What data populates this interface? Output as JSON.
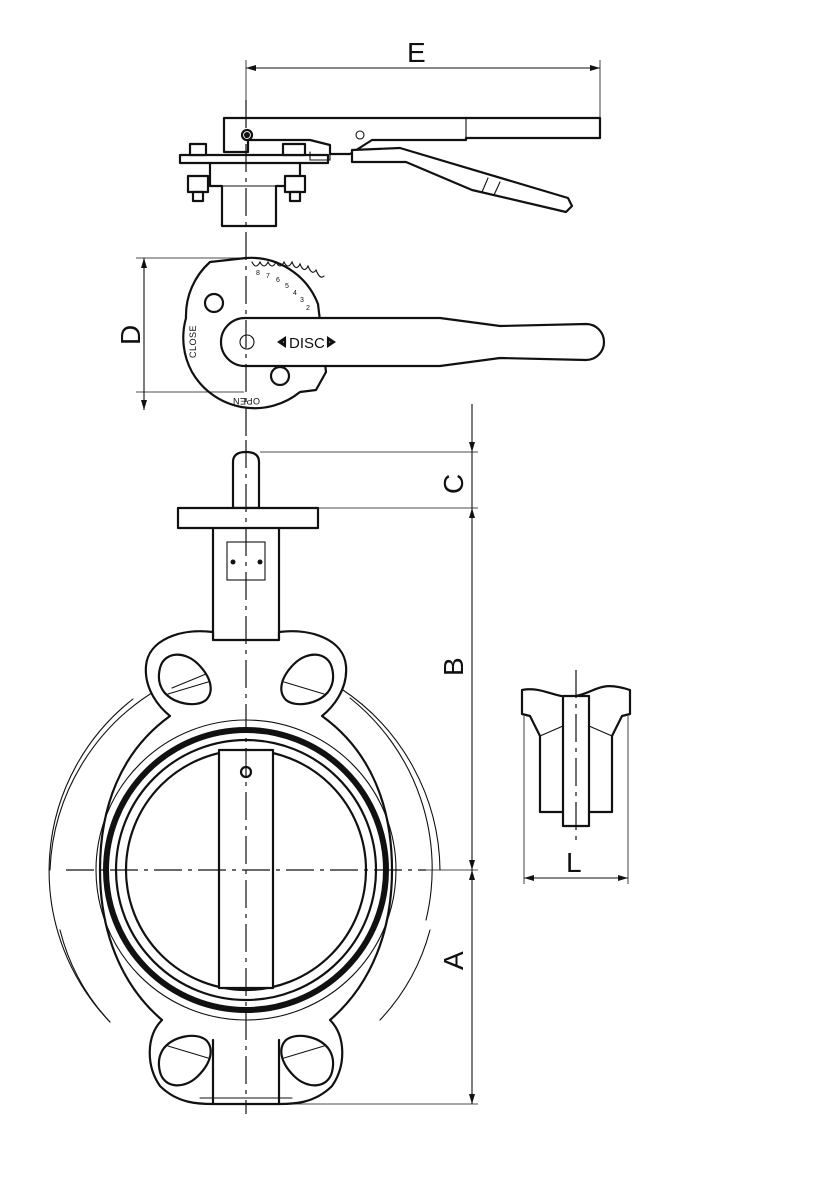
{
  "dimensions": {
    "A": "A",
    "B": "B",
    "C": "C",
    "D": "D",
    "E": "E",
    "L": "L"
  },
  "indicator_plate": {
    "close_label": "CLOSE",
    "open_label": "OPEN",
    "disc_label": "DISC",
    "scale_marks": [
      "8",
      "7",
      "6",
      "5",
      "4",
      "3",
      "2"
    ]
  }
}
